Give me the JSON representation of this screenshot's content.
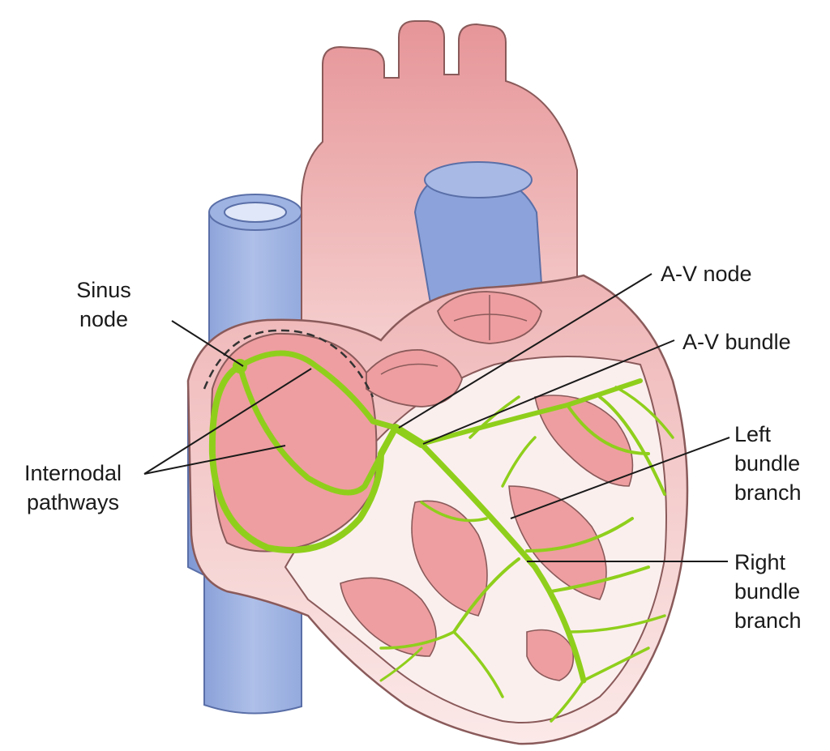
{
  "colors": {
    "heart_pink": "#e9a4a6",
    "heart_light": "#f6d3d2",
    "vessel_blue": "#8ea6db",
    "conduction_green": "#8fcf1c",
    "outline": "#7a4a4a",
    "background": "#ffffff"
  },
  "labels": {
    "sinus_node": [
      "Sinus",
      "node"
    ],
    "av_node": "A-V node",
    "av_bundle": "A-V bundle",
    "left_bundle_branch": [
      "Left",
      "bundle",
      "branch"
    ],
    "internodal_pathways": [
      "Internodal",
      "pathways"
    ],
    "right_bundle_branch": [
      "Right",
      "bundle",
      "branch"
    ]
  }
}
